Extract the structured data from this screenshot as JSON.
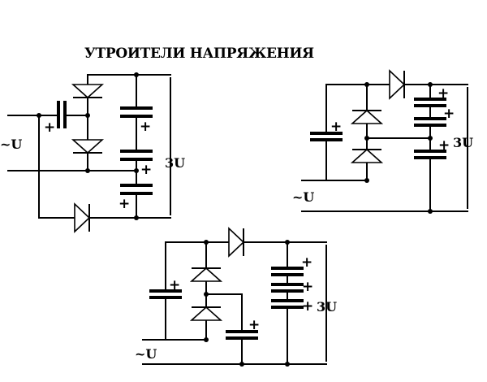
{
  "title": "УТРОИТЕЛИ НАПРЯЖЕНИЯ",
  "circuits": [
    {
      "input_label": "~U",
      "output_label": "3U",
      "polarity_mark": "+"
    },
    {
      "input_label": "~U",
      "output_label": "3U",
      "polarity_mark": "+"
    },
    {
      "input_label": "~U",
      "output_label": "3U",
      "polarity_mark": "+"
    }
  ],
  "colors": {
    "ink": "#000000",
    "background": "#ffffff"
  }
}
